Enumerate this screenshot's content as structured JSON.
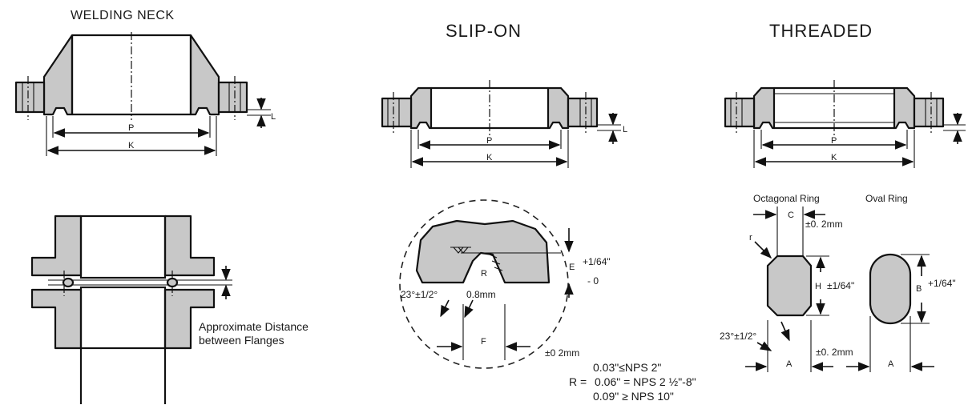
{
  "titles": {
    "welding_neck": "WELDING NECK",
    "slip_on": "SLIP-ON",
    "threaded": "THREADED"
  },
  "dimensions": {
    "p": "P",
    "k": "K",
    "l": "L",
    "c": "C",
    "h": "H",
    "a": "A",
    "b": "B",
    "e": "E",
    "f": "F",
    "r_upper": "R",
    "r_lower": "r"
  },
  "annotations": {
    "approx_distance_line1": "Approximate Distance",
    "approx_distance_line2": "between Flanges",
    "octagonal_ring": "Octagonal Ring",
    "oval_ring": "Oval Ring",
    "tol_02mm": "±0. 2mm",
    "tol_02mm_bottom": "±0. 2mm",
    "tol_02mm_groove": "±0 2mm",
    "tol_plus_64_e": "+1/64\"",
    "tol_minus_0": "- 0",
    "tol_h": "±1/64\"",
    "tol_b": "+1/64\"",
    "angle_groove": "23°±1/2°",
    "angle_ring": "23°±1/2°",
    "groove_08mm": "0.8mm"
  },
  "r_table": {
    "prefix": "R =",
    "row1": "0.03\"≤NPS 2\"",
    "row2": "0.06\" = NPS 2 ½\"-8\"",
    "row3": "0.09\" ≥ NPS 10\""
  }
}
